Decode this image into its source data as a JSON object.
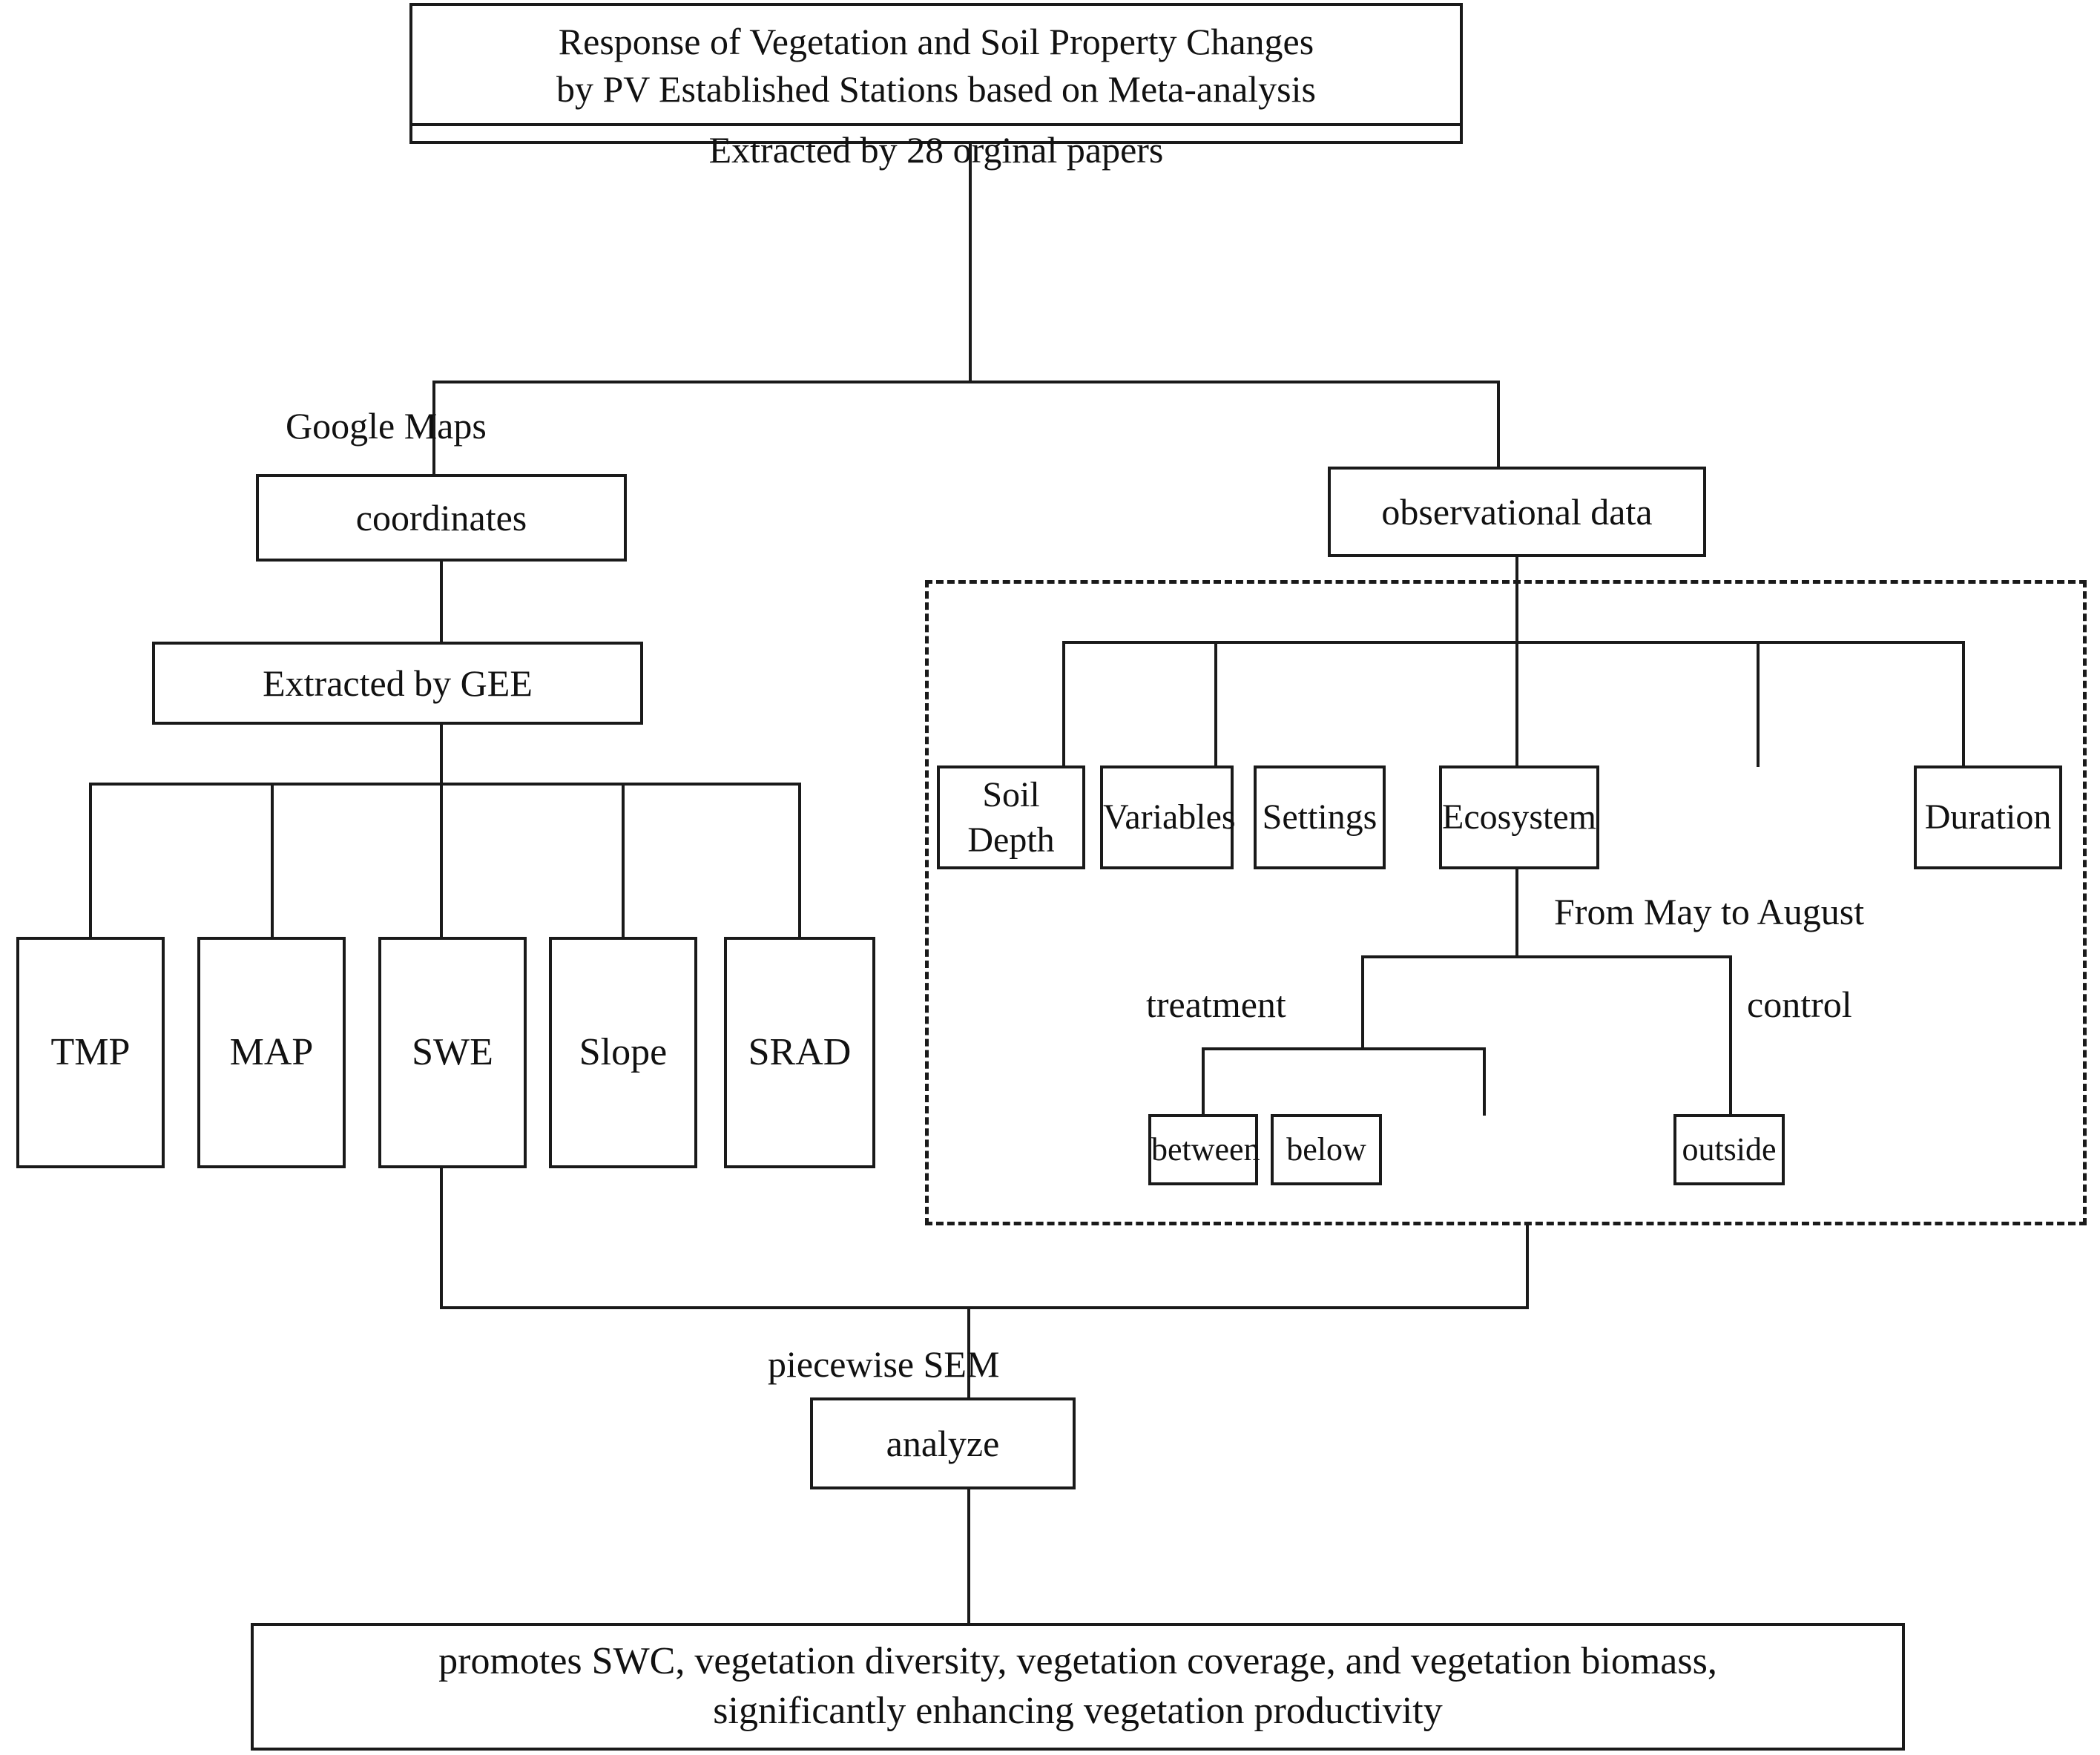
{
  "diagram": {
    "title_box": {
      "heading_line1": "Response of Vegetation and Soil Property Changes",
      "heading_line2": "by  PV Established Stations based on Meta-analysis",
      "subtitle": "Extracted by 28 orginal papers"
    },
    "left_branch": {
      "edge_label": "Google Maps",
      "coordinates_box": "coordinates",
      "gee_box": "Extracted by GEE",
      "variables": [
        {
          "label": "TMP"
        },
        {
          "label": "MAP"
        },
        {
          "label": "SWE"
        },
        {
          "label": "Slope"
        },
        {
          "label": "SRAD"
        }
      ]
    },
    "right_branch": {
      "observational_box": "observational data",
      "categories": [
        {
          "label": "Soil Depth"
        },
        {
          "label": "Variables"
        },
        {
          "label": "Settings"
        },
        {
          "label": "Ecosystem"
        },
        {
          "label": "Duration"
        }
      ],
      "duration_note": "From May to August",
      "treatment_label": "treatment",
      "control_label": "control",
      "settings_children": [
        {
          "label": "between"
        },
        {
          "label": "below"
        },
        {
          "label": "outside"
        }
      ]
    },
    "bottom": {
      "method_label": "piecewise SEM",
      "analyze_box": "analyze",
      "conclusion_line1": "promotes SWC, vegetation diversity, vegetation coverage, and vegetation biomass,",
      "conclusion_line2": "significantly enhancing vegetation productivity"
    },
    "colors": {
      "stroke": "#1a1a1a",
      "background": "#ffffff",
      "text": "#111111"
    }
  }
}
